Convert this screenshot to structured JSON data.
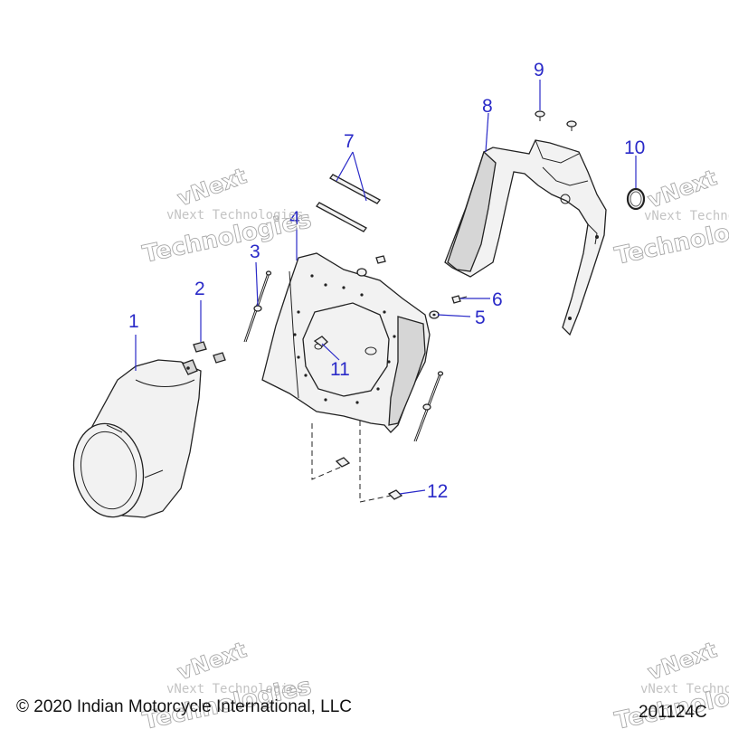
{
  "callouts": [
    {
      "label": "1"
    },
    {
      "label": "2"
    },
    {
      "label": "3"
    },
    {
      "label": "4"
    },
    {
      "label": "5"
    },
    {
      "label": "6"
    },
    {
      "label": "7"
    },
    {
      "label": "8"
    },
    {
      "label": "9"
    },
    {
      "label": "10"
    },
    {
      "label": "11"
    },
    {
      "label": "12"
    }
  ],
  "watermark": {
    "company": "vNext Technologies",
    "big_top": "vNext",
    "big_bottom": "Technologies"
  },
  "footer": {
    "copyright": "© 2020 Indian Motorcycle International, LLC",
    "diagram_id": "201124C"
  },
  "colors": {
    "callout": "#2a2ac8",
    "line": "#222222",
    "watermark": "#b0b0b0"
  }
}
